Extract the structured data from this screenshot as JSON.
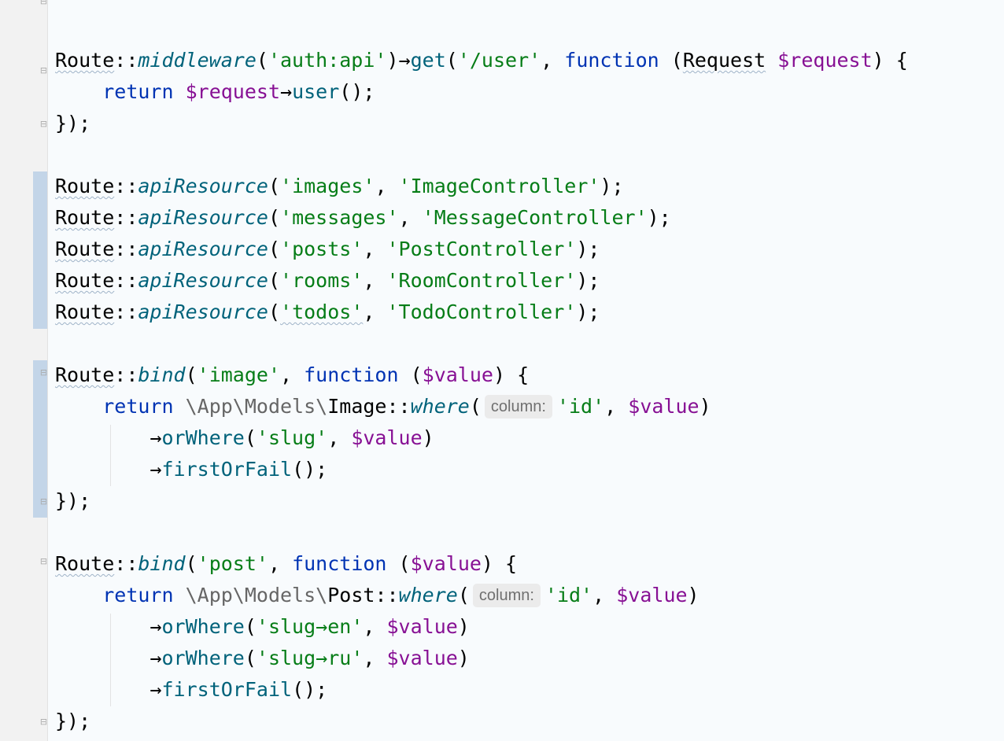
{
  "editor": {
    "hint_label": "column:",
    "tokens": {
      "route": "Route",
      "dcolon": "::",
      "arrow": "→",
      "middleware": "middleware",
      "get": "get",
      "user_call": "user",
      "function_kw": "function",
      "return_kw": "return",
      "request_type": "Request",
      "request_var": "$request",
      "value_var": "$value",
      "api_resource": "apiResource",
      "bind": "bind",
      "where": "where",
      "or_where": "orWhere",
      "first_or_fail": "firstOrFail",
      "ns_app_models": "\\App\\Models\\",
      "image_class": "Image",
      "post_class": "Post"
    },
    "strings": {
      "auth_api": "'auth:api'",
      "user_path": "'/user'",
      "images": "'images'",
      "image_controller": "'ImageController'",
      "messages": "'messages'",
      "message_controller": "'MessageController'",
      "posts": "'posts'",
      "post_controller": "'PostController'",
      "rooms": "'rooms'",
      "room_controller": "'RoomController'",
      "todos": "'todos'",
      "todo_controller": "'TodoController'",
      "image": "'image'",
      "post": "'post'",
      "id": "'id'",
      "slug": "'slug'",
      "slug_en": "'slug→en'",
      "slug_ru": "'slug→ru'"
    },
    "colors": {
      "keyword": "#0033b3",
      "string": "#067d17",
      "variable": "#871094",
      "static_method": "#00627a",
      "background": "#f8fbfd",
      "change_marker": "#c3d5e8"
    }
  }
}
